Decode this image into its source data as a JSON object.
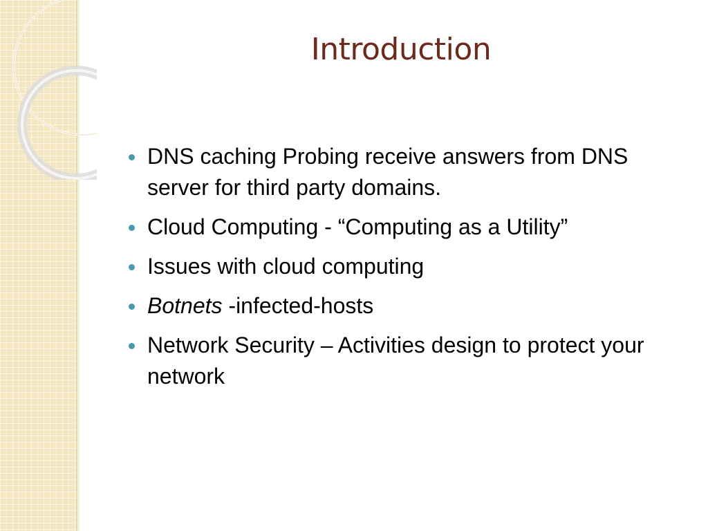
{
  "slide": {
    "title": "Introduction",
    "bullets": [
      {
        "text": "DNS caching Probing receive answers from DNS server for third party domains."
      },
      {
        "text": "Cloud Computing - “Computing as a Utility”"
      },
      {
        "text": "Issues with cloud computing"
      },
      {
        "em": "Botnets",
        "text": " -infected-hosts"
      },
      {
        "text": "Network Security – Activities design to protect your network"
      }
    ]
  },
  "colors": {
    "title": "#6b2a1d",
    "bullet": "#4a98b4",
    "strip": "#f3e6c0"
  },
  "icons": {
    "bullet": "filled-circle-bullet-icon",
    "rings": "decorative-rings"
  }
}
